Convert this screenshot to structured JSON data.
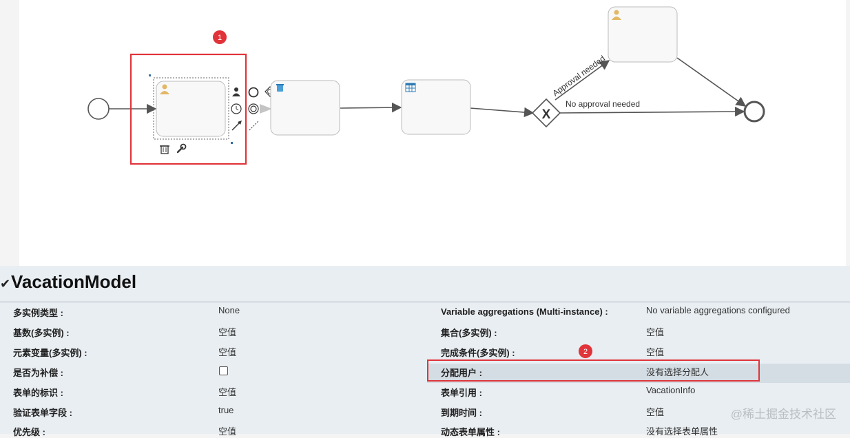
{
  "diagram": {
    "gateway_symbol": "X",
    "flow_labels": {
      "approval": "Approval needed",
      "no_approval": "No approval needed"
    },
    "markers": [
      "1",
      "2"
    ],
    "colors": {
      "highlight": "#e0343a",
      "task_fill": "#f8f8f8",
      "task_stroke": "#bbbbbb",
      "user_icon": "#e2b866",
      "service_icon": "#4a9fd8"
    },
    "icons": [
      "user-icon",
      "trash-icon",
      "wrench-icon",
      "service-icon",
      "table-icon"
    ]
  },
  "properties": {
    "title": "VacationModel",
    "left": [
      {
        "label": "多实例类型 :",
        "value": "None"
      },
      {
        "label": "基数(多实例) :",
        "value": "空值"
      },
      {
        "label": "元素变量(多实例) :",
        "value": "空值"
      },
      {
        "label": "是否为补偿 :",
        "value": ""
      },
      {
        "label": "表单的标识 :",
        "value": "空值"
      },
      {
        "label": "验证表单字段 :",
        "value": "true"
      },
      {
        "label": "优先级 :",
        "value": "空值"
      }
    ],
    "right": [
      {
        "label": "Variable aggregations (Multi-instance) :",
        "value": "No variable aggregations configured"
      },
      {
        "label": "集合(多实例) :",
        "value": "空值"
      },
      {
        "label": "完成条件(多实例) :",
        "value": "空值"
      },
      {
        "label": "分配用户 :",
        "value": "没有选择分配人"
      },
      {
        "label": "表单引用 :",
        "value": "VacationInfo"
      },
      {
        "label": "到期时间 :",
        "value": "空值"
      },
      {
        "label": "动态表单属性 :",
        "value": "没有选择表单属性"
      }
    ]
  },
  "watermark": "@稀土掘金技术社区"
}
